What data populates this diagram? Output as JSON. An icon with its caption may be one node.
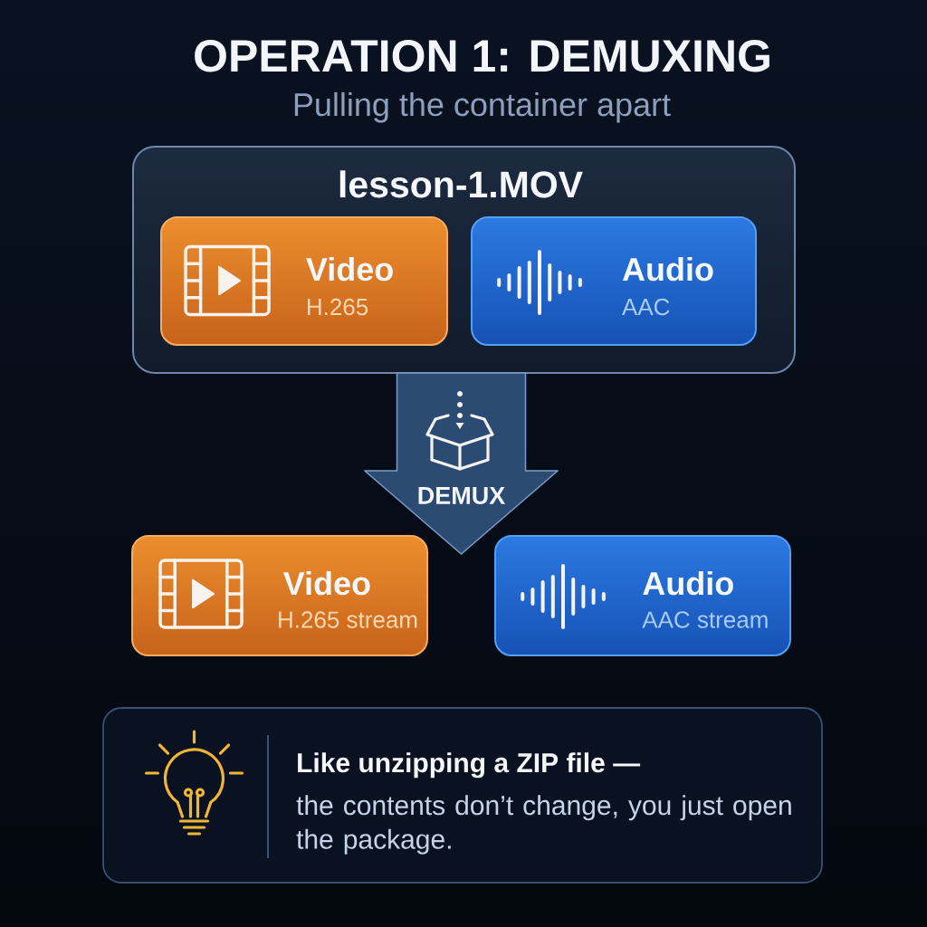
{
  "diagram": {
    "title": "OPERATION 1: DEMUXING",
    "nodes": [
      {
        "text": [
          "lesson-1.MOV"
        ]
      },
      {
        "text": [
          "Video",
          "H.265"
        ],
        "in": 0
      },
      {
        "text": [
          "Audio",
          "AAC"
        ],
        "in": 0
      },
      {
        "text": [
          "Video",
          "H.265 stream"
        ]
      },
      {
        "text": [
          "Audio",
          "AAC stream"
        ]
      },
      {
        "text": [
          "Like unzipping a ZIP file —",
          "the contents don’t change, you just open the package."
        ]
      }
    ],
    "edges": [
      {
        "from": 0,
        "to": 3,
        "arrow": "to",
        "label": "DEMUX"
      },
      {
        "from": 0,
        "to": 4,
        "arrow": "to"
      }
    ],
    "labels": [
      "Pulling the container apart"
    ]
  }
}
